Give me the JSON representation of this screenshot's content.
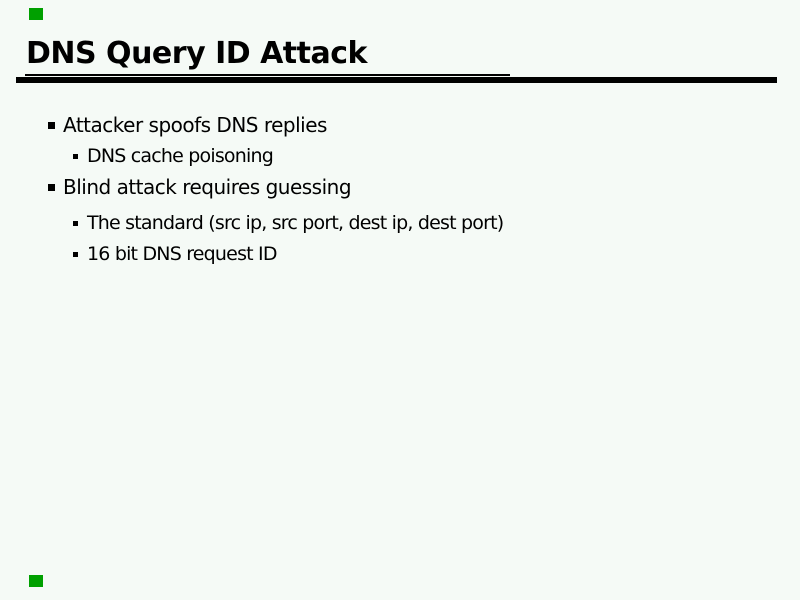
{
  "slide": {
    "title": "DNS Query ID Attack",
    "bullets": [
      {
        "level": 1,
        "text": "Attacker spoofs DNS replies"
      },
      {
        "level": 2,
        "text": "DNS cache poisoning"
      },
      {
        "level": 1,
        "text": "Blind attack requires guessing"
      },
      {
        "level": 2,
        "text": "The standard (src ip, src port, dest ip, dest port)"
      },
      {
        "level": 2,
        "text": "16 bit DNS request ID"
      }
    ],
    "colors": {
      "background": "#f5faf6",
      "text": "#000000",
      "rule": "#000000",
      "corner_marker": "#00a000"
    }
  }
}
